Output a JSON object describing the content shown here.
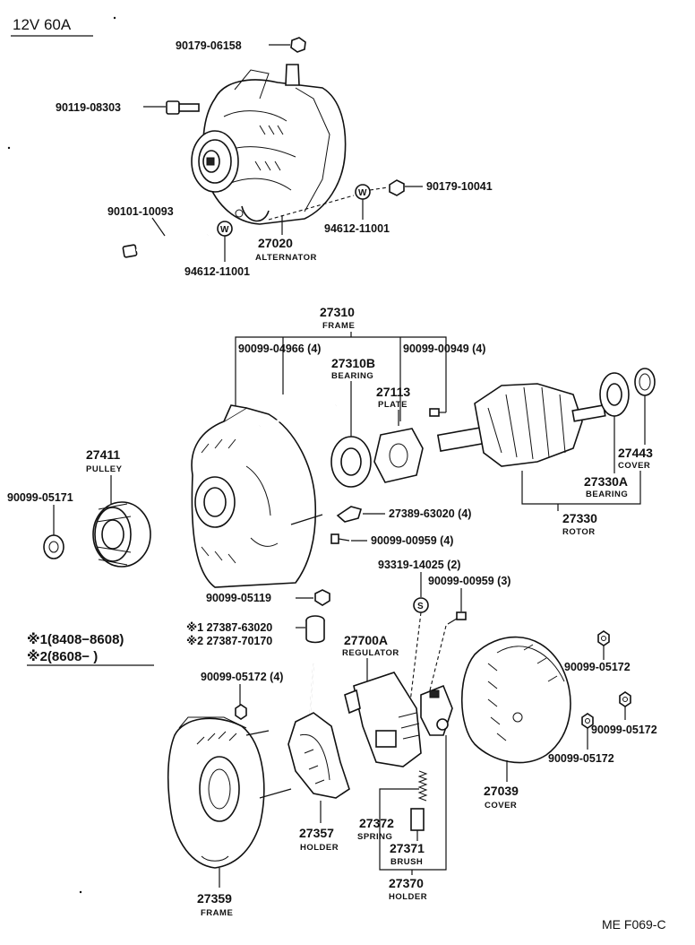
{
  "header": {
    "spec": "12V  60A"
  },
  "footer": {
    "code": "ME  F069-C"
  },
  "legend": {
    "line1": "※1(8408−8608)",
    "line2": "※2(8608−          )"
  },
  "markers": {
    "w": "W",
    "s": "S"
  },
  "parts": {
    "p90179_06158": "90179-06158",
    "p90119_08303": "90119-08303",
    "p90101_10093": "90101-10093",
    "p94612_11001_a": "94612-11001",
    "p94612_11001_b": "94612-11001",
    "p90179_10041": "90179-10041",
    "p27020": {
      "num": "27020",
      "name": "ALTERNATOR"
    },
    "p27310": {
      "num": "27310",
      "name": "FRAME"
    },
    "p90099_04966": "90099-04966 (4)",
    "p90099_00949": "90099-00949 (4)",
    "p27310B": {
      "num": "27310B",
      "name": "BEARING"
    },
    "p27113": {
      "num": "27113",
      "name": "PLATE"
    },
    "p27411": {
      "num": "27411",
      "name": "PULLEY"
    },
    "p90099_05171": "90099-05171",
    "p27389_63020": "27389-63020 (4)",
    "p90099_00959_4": "90099-00959 (4)",
    "p27443": {
      "num": "27443",
      "name": "COVER"
    },
    "p27330A": {
      "num": "27330A",
      "name": "BEARING"
    },
    "p27330": {
      "num": "27330",
      "name": "ROTOR"
    },
    "p93319_14025": "93319-14025 (2)",
    "p90099_00959_3": "90099-00959 (3)",
    "p90099_05119": "90099-05119",
    "p27387_63020": "※1 27387-63020",
    "p27387_70170": "※2 27387-70170",
    "p27700A": {
      "num": "27700A",
      "name": "REGULATOR"
    },
    "p90099_05172_4": "90099-05172 (4)",
    "p90099_05172_a": "90099-05172",
    "p90099_05172_b": "90099-05172",
    "p90099_05172_c": "90099-05172",
    "p27039": {
      "num": "27039",
      "name": "COVER"
    },
    "p27372": {
      "num": "27372",
      "name": "SPRING"
    },
    "p27371": {
      "num": "27371",
      "name": "BRUSH"
    },
    "p27370": {
      "num": "27370",
      "name": "HOLDER"
    },
    "p27357": {
      "num": "27357",
      "name": "HOLDER"
    },
    "p27359": {
      "num": "27359",
      "name": "FRAME"
    }
  }
}
